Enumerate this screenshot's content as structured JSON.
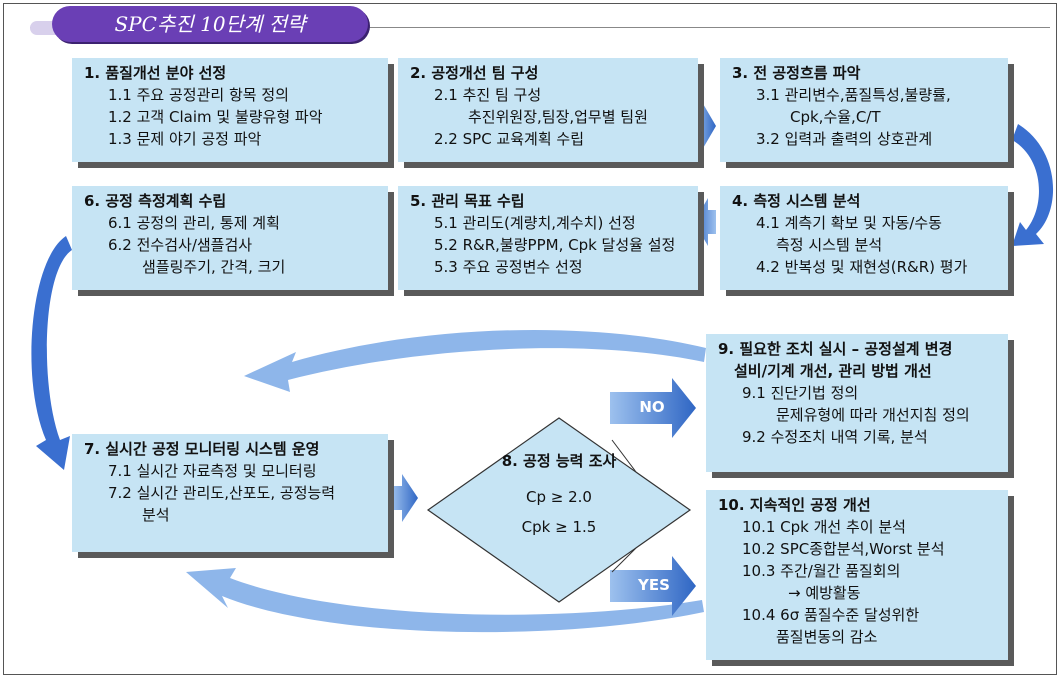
{
  "title": "SPC추진 10단계 전략",
  "colors": {
    "box_fill": "#c6e4f4",
    "arrow_fill": "#4a7fd0",
    "title_fill": "#6a3fb5",
    "shadow": "#5a5a5a"
  },
  "steps": {
    "s1": {
      "title": "1. 품질개선 분야 선정",
      "lines": [
        "1.1 주요 공정관리 항목 정의",
        "1.2 고객 Claim 및 불량유형 파악",
        "1.3 문제 야기 공정 파악"
      ]
    },
    "s2": {
      "title": "2. 공정개선 팀 구성",
      "lines": [
        "2.1 추진 팀 구성",
        "추진위원장,팀장,업무별 팀원",
        "2.2 SPC 교육계획 수립"
      ]
    },
    "s3": {
      "title": "3. 전 공정흐름 파악",
      "lines": [
        "3.1 관리변수,품질특성,불량률,",
        "Cpk,수율,C/T",
        "3.2 입력과 출력의 상호관계"
      ]
    },
    "s4": {
      "title": "4. 측정 시스템 분석",
      "lines": [
        "4.1 계측기 확보 및 자동/수동",
        "측정 시스템 분석",
        "4.2 반복성 및 재현성(R&R) 평가"
      ]
    },
    "s5": {
      "title": "5. 관리 목표 수립",
      "lines": [
        "5.1 관리도(계량치,계수치) 선정",
        "5.2 R&R,불량PPM, Cpk 달성율 설정",
        "5.3 주요 공정변수 선정"
      ]
    },
    "s6": {
      "title": "6. 공정 측정계획 수립",
      "lines": [
        "6.1 공정의 관리, 통제 계획",
        "6.2 전수검사/샘플검사",
        "샘플링주기, 간격, 크기"
      ]
    },
    "s7": {
      "title": "7. 실시간 공정 모니터링 시스템 운영",
      "lines": [
        "7.1 실시간 자료측정 및 모니터링",
        "7.2 실시간 관리도,산포도, 공정능력",
        "분석"
      ]
    },
    "s8": {
      "title": "8. 공정 능력 조사",
      "lines": [
        "Cp ≥ 2.0",
        "Cpk ≥ 1.5"
      ]
    },
    "s9": {
      "title": "9. 필요한 조치 실시 – 공정설계 변경",
      "lines": [
        "설비/기계 개선, 관리 방법 개선",
        "9.1 진단기법 정의",
        "문제유형에 따라 개선지침 정의",
        "9.2 수정조치 내역 기록, 분석"
      ]
    },
    "s10": {
      "title": "10. 지속적인 공정 개선",
      "lines": [
        "10.1 Cpk 개선 추이 분석",
        "10.2 SPC종합분석,Worst 분석",
        "10.3 주간/월간 품질회의",
        "→ 예방활동",
        "10.4 6σ 품질수준 달성위한",
        "품질변동의 감소"
      ]
    }
  },
  "branches": {
    "no": "NO",
    "yes": "YES"
  }
}
